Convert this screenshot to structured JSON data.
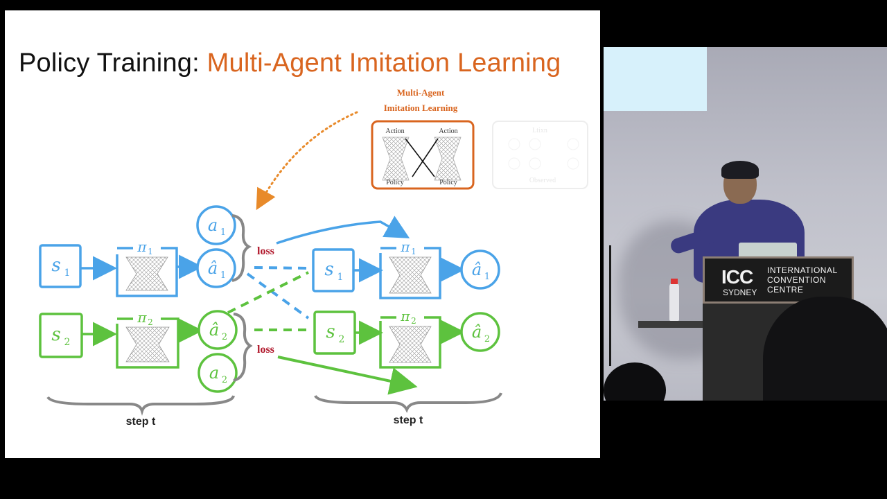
{
  "slide": {
    "title_part1": "Policy Training: ",
    "title_part2": "Multi-Agent Imitation Learning",
    "callout_title_line1": "Multi-Agent",
    "callout_title_line2": "Imitation Learning",
    "callout_box": {
      "action_left": "Action",
      "action_right": "Action",
      "policy_left": "Policy",
      "policy_right": "Policy"
    },
    "faded_box": {
      "top_label": "Ltixn",
      "bottom_label": "Observed"
    },
    "left_step": {
      "s1": "s",
      "s1_sub": "1",
      "s2": "s",
      "s2_sub": "2",
      "pi1": "π",
      "pi1_sub": "1",
      "pi2": "π",
      "pi2_sub": "2",
      "a1": "a",
      "a1_sub": "1",
      "a1hat": "â",
      "a1hat_sub": "1",
      "a2hat": "â",
      "a2hat_sub": "2",
      "a2": "a",
      "a2_sub": "2",
      "label": "step t"
    },
    "loss_top": "loss",
    "loss_bottom": "loss",
    "right_step": {
      "s1": "s",
      "s1_sub": "1",
      "s2": "s",
      "s2_sub": "2",
      "pi1": "π",
      "pi1_sub": "1",
      "pi2": "π",
      "pi2_sub": "2",
      "a1hat": "â",
      "a1hat_sub": "1",
      "a2hat": "â",
      "a2hat_sub": "2",
      "label": "step t"
    },
    "colors": {
      "blue": "#4aa3e8",
      "green": "#5dc23e",
      "orange": "#d9651f",
      "loss_red": "#b0162a"
    }
  },
  "venue": {
    "logo": "ICC",
    "city": "SYDNEY",
    "name_lines": "INTERNATIONAL\nCONVENTION\nCENTRE"
  }
}
